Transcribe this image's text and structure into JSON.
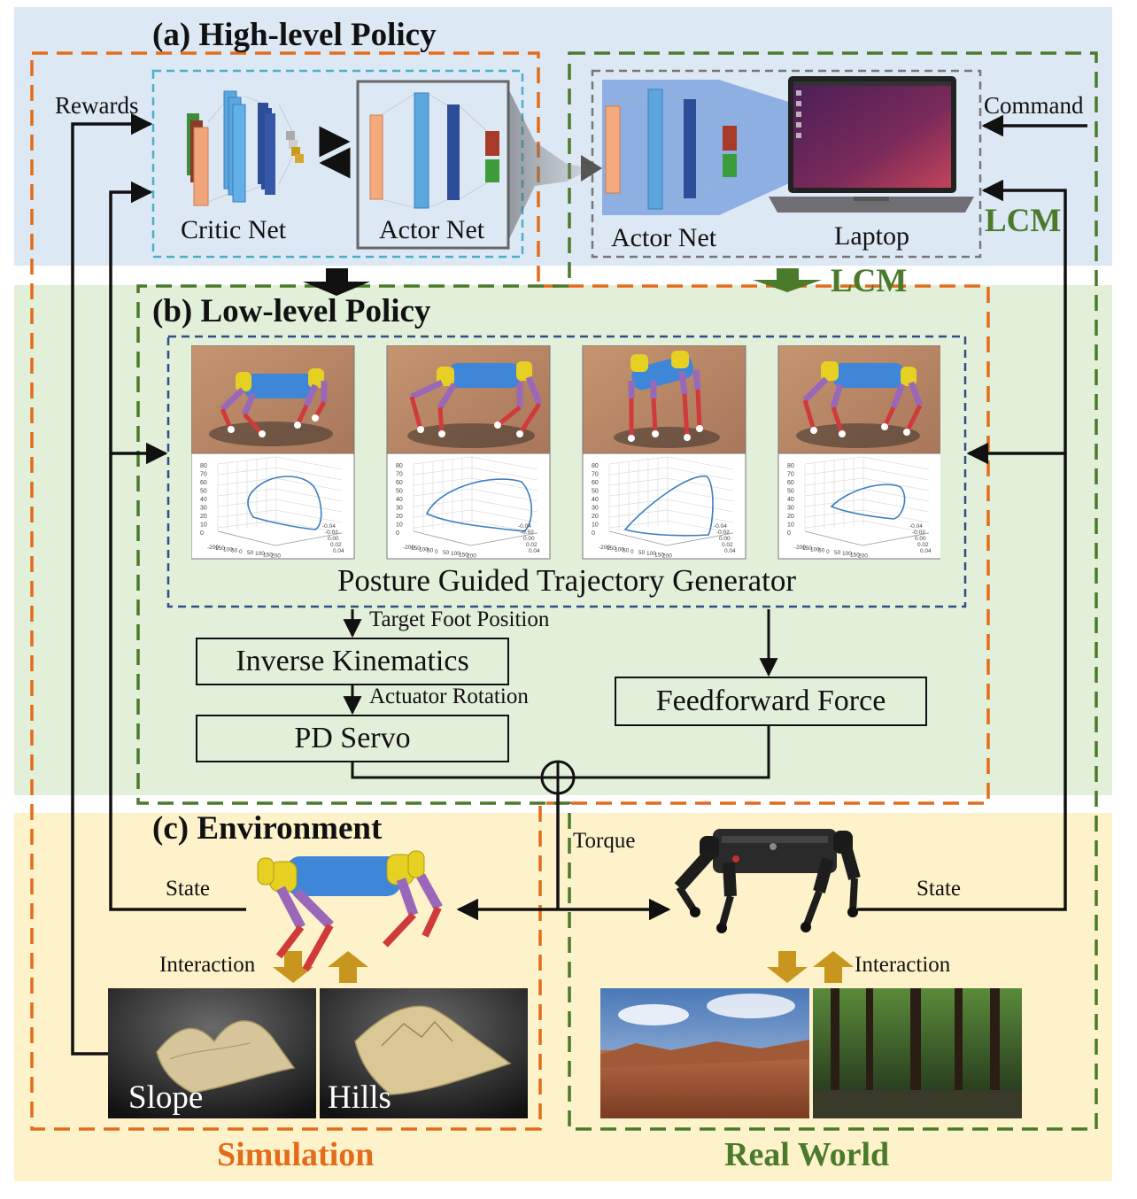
{
  "sections": {
    "high_level": {
      "title": "(a) High-level Policy"
    },
    "low_level": {
      "title": "(b) Low-level Policy"
    },
    "environment": {
      "title": "(c) Environment"
    }
  },
  "high_level": {
    "rewards_label": "Rewards",
    "command_label": "Command",
    "critic_net_label": "Critic Net",
    "actor_net_label": "Actor Net",
    "deployed_actor_net_label": "Actor Net",
    "laptop_label": "Laptop",
    "lcm_label_right": "LCM",
    "lcm_label_arrow": "LCM"
  },
  "low_level": {
    "trajectory_generator_label": "Posture Guided Trajectory Generator",
    "target_foot_position_label": "Target Foot Position",
    "inverse_kinematics_label": "Inverse Kinematics",
    "actuator_rotation_label": "Actuator Rotation",
    "pd_servo_label": "PD Servo",
    "feedforward_force_label": "Feedforward Force",
    "plot_axis_x_ticks": [
      "-200",
      "150",
      "100",
      "50",
      "0",
      "50",
      "100",
      "150",
      "200"
    ],
    "plot_axis_z_ticks": [
      "80",
      "70",
      "60",
      "50",
      "40",
      "30",
      "20",
      "10",
      "0"
    ],
    "plot_axis_y_ticks": [
      "-0.04",
      "-0.02",
      "0.00",
      "0.02",
      "0.04"
    ]
  },
  "environment": {
    "torque_label": "Torque",
    "state_label_left": "State",
    "state_label_right": "State",
    "interaction_label_left": "Interaction",
    "interaction_label_right": "Interaction",
    "terrain_slope_label": "Slope",
    "terrain_hills_label": "Hills",
    "simulation_label": "Simulation",
    "real_world_label": "Real World"
  },
  "colors": {
    "band_blue": "#dce8f4",
    "band_green": "#e2efd9",
    "band_yellow": "#fef2cb",
    "dashed_orange": "#e36c1a",
    "dashed_green": "#4a7a2a",
    "dashed_cyan": "#4aaecb",
    "dashed_navy": "#2f4e85",
    "dashed_gray": "#777777",
    "interaction_arrow": "#c8961e"
  }
}
